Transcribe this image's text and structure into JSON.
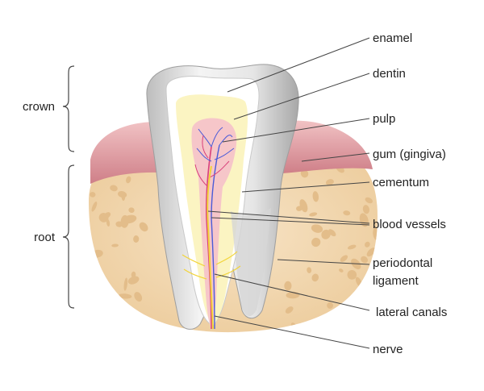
{
  "labels": {
    "enamel": "enamel",
    "dentin": "dentin",
    "pulp": "pulp",
    "gum": "gum (gingiva)",
    "cementum": "cementum",
    "blood_vessels": "blood vessels",
    "periodontal_1": "periodontal",
    "periodontal_2": "ligament",
    "lateral_canals": "lateral canals",
    "nerve": "nerve",
    "crown": "crown",
    "root": "root"
  },
  "colors": {
    "bone": "#f2d9b4",
    "bone_pore": "#e3bd8a",
    "gum": "#e7a9ae",
    "enamel": "#e8e8e8",
    "dentin": "#fbf4c2",
    "pulp": "#f6c6c9",
    "vessel_blue": "#4a5bd8",
    "vessel_red": "#d8407a",
    "nerve": "#f2d43a"
  }
}
